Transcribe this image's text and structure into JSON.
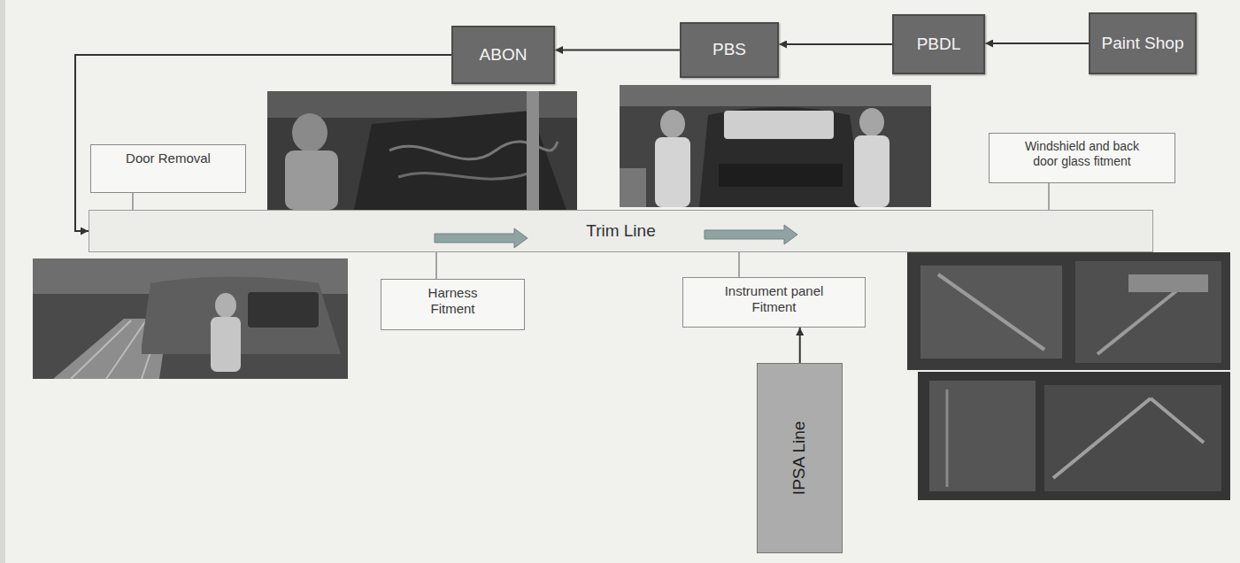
{
  "diagram": {
    "nodes": [
      {
        "text": [
          "ABON"
        ]
      },
      {
        "text": [
          "PBS"
        ]
      },
      {
        "text": [
          "PBDL"
        ]
      },
      {
        "text": [
          "Paint Shop"
        ]
      },
      {
        "text": [
          "Door Removal"
        ]
      },
      {
        "text": [
          "Windshield and back door glass fitment"
        ]
      },
      {
        "text": [
          "Trim Line"
        ]
      },
      {
        "text": [
          "Harness Fitment"
        ]
      },
      {
        "text": [
          "Instrument panel Fitment"
        ]
      },
      {
        "text": [
          "IPSA Line"
        ]
      }
    ],
    "edges": [
      {
        "from": 3,
        "to": 2,
        "arrow": "to"
      },
      {
        "from": 2,
        "to": 1,
        "arrow": "to"
      },
      {
        "from": 1,
        "to": 0,
        "arrow": "to"
      },
      {
        "from": 0,
        "to": 6,
        "arrow": "to"
      },
      {
        "from": 4,
        "to": 6,
        "arrow": "none"
      },
      {
        "from": 5,
        "to": 6,
        "arrow": "none"
      },
      {
        "from": 7,
        "to": 6,
        "arrow": "none"
      },
      {
        "from": 8,
        "to": 6,
        "arrow": "none"
      },
      {
        "from": 9,
        "to": 8,
        "arrow": "to"
      }
    ]
  }
}
